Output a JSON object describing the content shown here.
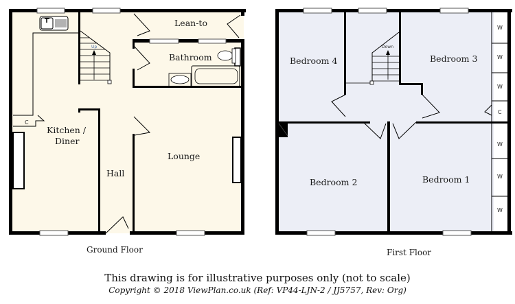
{
  "colors": {
    "ground_fill": "#fdf8e9",
    "first_fill": "#eceef6",
    "wall": "#000000",
    "window_fill": "#ffffff"
  },
  "ground_floor": {
    "caption": "Ground Floor",
    "rooms": {
      "lean_to": "Lean-to",
      "bathroom": "Bathroom",
      "kitchen_line1": "Kitchen /",
      "kitchen_line2": "Diner",
      "hall": "Hall",
      "lounge": "Lounge",
      "cupboard": "C"
    },
    "stairs_label": "Up"
  },
  "first_floor": {
    "caption": "First Floor",
    "rooms": {
      "bedroom4": "Bedroom 4",
      "bedroom3": "Bedroom 3",
      "bedroom2": "Bedroom 2",
      "bedroom1": "Bedroom 1",
      "cupboard": "C"
    },
    "wardrobes": [
      "W",
      "W",
      "W",
      "W",
      "W",
      "W"
    ],
    "stairs_label": "Down"
  },
  "footer": {
    "disclaimer": "This drawing is for illustrative purposes only (not to scale)",
    "copyright": "Copyright © 2018 ViewPlan.co.uk  (Ref: VP44-LJN-2 / JJ5757,  Rev: Org)"
  }
}
